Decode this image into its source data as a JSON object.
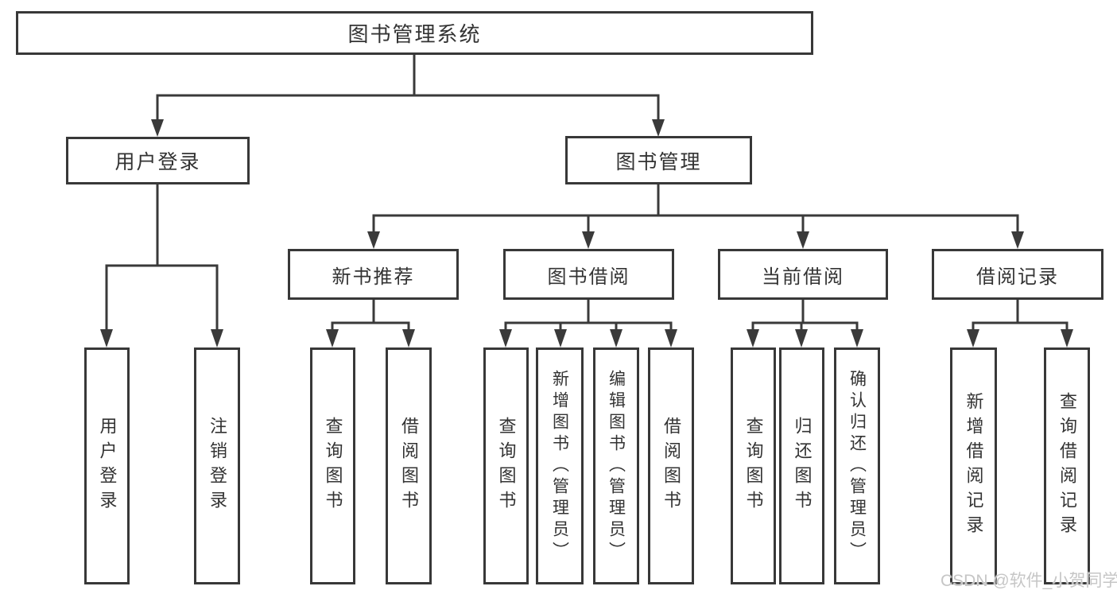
{
  "diagram": {
    "title": "图书管理系统",
    "watermark": "CSDN @软件_小贺同学",
    "colors": {
      "line": "#3a3a3a",
      "text": "#333333",
      "box_background": "#ffffff",
      "watermark": "#c6c6c6"
    },
    "nodes": {
      "root": {
        "label": "图书管理系统"
      },
      "user_login": {
        "label": "用户登录"
      },
      "book_management": {
        "label": "图书管理"
      },
      "user_login_leaf": {
        "label": "用户登录"
      },
      "logout_leaf": {
        "label": "注销登录"
      },
      "new_book_recommend": {
        "label": "新书推荐"
      },
      "book_borrow": {
        "label": "图书借阅"
      },
      "current_borrow": {
        "label": "当前借阅"
      },
      "borrow_records": {
        "label": "借阅记录"
      },
      "nbr_query_books": {
        "label": "查询图书"
      },
      "nbr_borrow_books": {
        "label": "借阅图书"
      },
      "bb_query_books": {
        "label": "查询图书"
      },
      "bb_add_books": {
        "label": "新增图书（管理员）"
      },
      "bb_edit_books": {
        "label": "编辑图书（管理员）"
      },
      "bb_borrow_books": {
        "label": "借阅图书"
      },
      "cb_query_books": {
        "label": "查询图书"
      },
      "cb_return_books": {
        "label": "归还图书"
      },
      "cb_confirm_return": {
        "label": "确认归还（管理员）"
      },
      "br_add_record": {
        "label": "新增借阅记录"
      },
      "br_query_record": {
        "label": "查询借阅记录"
      }
    },
    "hierarchy": {
      "图书管理系统": {
        "用户登录": [
          "用户登录",
          "注销登录"
        ],
        "图书管理": {
          "新书推荐": [
            "查询图书",
            "借阅图书"
          ],
          "图书借阅": [
            "查询图书",
            "新增图书（管理员）",
            "编辑图书（管理员）",
            "借阅图书"
          ],
          "当前借阅": [
            "查询图书",
            "归还图书",
            "确认归还（管理员）"
          ],
          "借阅记录": [
            "新增借阅记录",
            "查询借阅记录"
          ]
        }
      }
    }
  }
}
